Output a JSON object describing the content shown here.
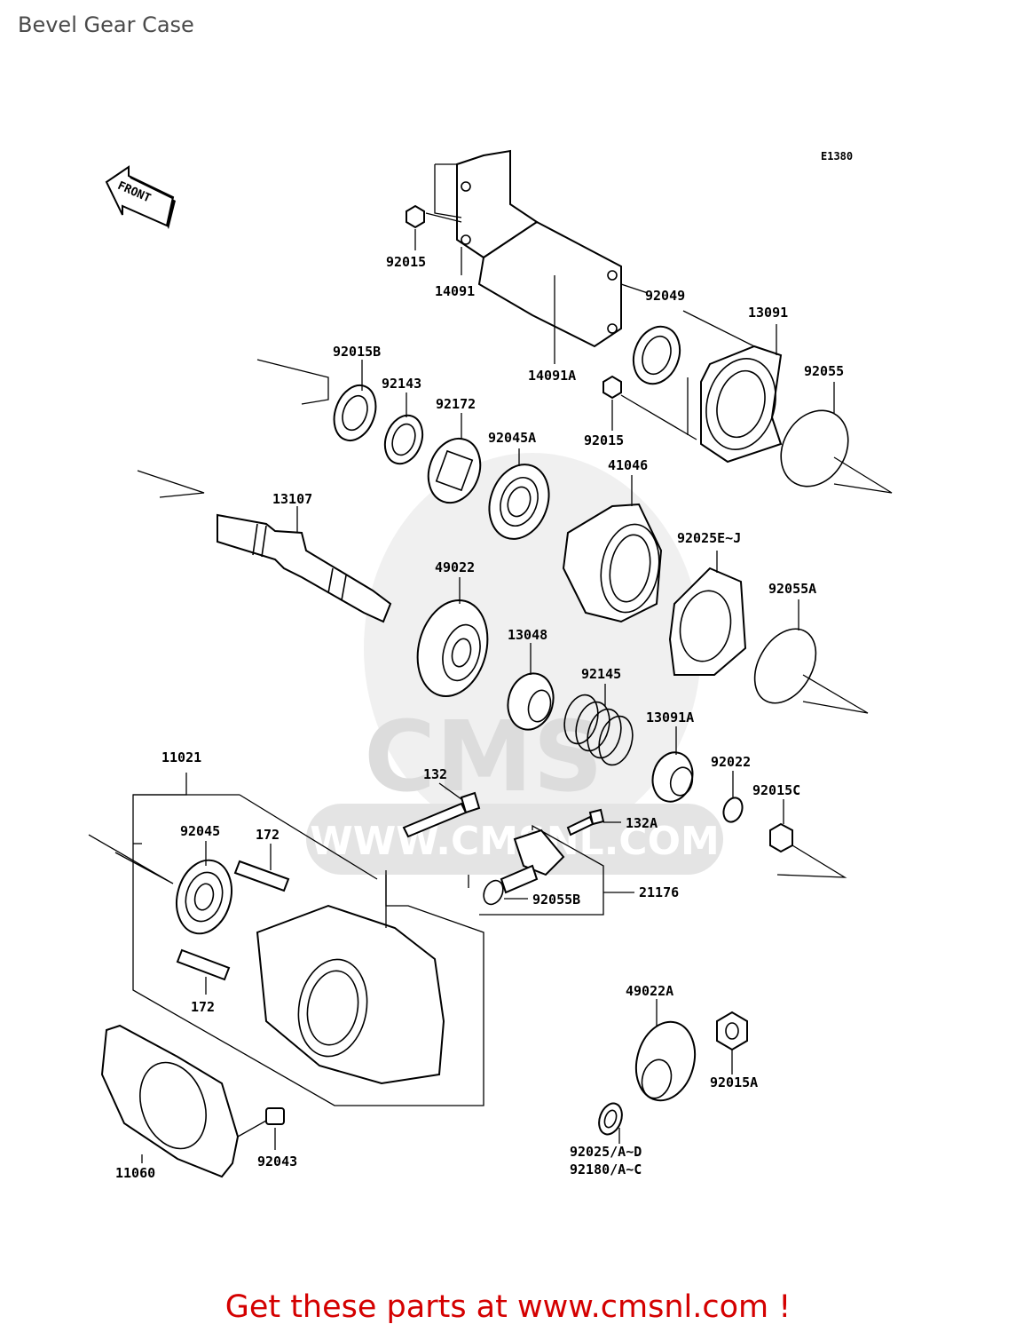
{
  "title": "Bevel Gear Case",
  "diagram_code": "E1380",
  "front_label": "FRONT",
  "watermark": {
    "brand": "CMS",
    "site": "WWW.CMSNL.COM"
  },
  "parts": {
    "p92015_top": "92015",
    "p14091": "14091",
    "p92049": "92049",
    "p13091": "13091",
    "p14091A": "14091A",
    "p92015B": "92015B",
    "p92143": "92143",
    "p92172": "92172",
    "p92045A": "92045A",
    "p92015_mid": "92015",
    "p92055": "92055",
    "p41046": "41046",
    "p13107": "13107",
    "p92025EJ": "92025E~J",
    "p49022": "49022",
    "p92055A": "92055A",
    "p13048": "13048",
    "p92145": "92145",
    "p13091A": "13091A",
    "p92022": "92022",
    "p11021": "11021",
    "p132": "132",
    "p92015C": "92015C",
    "p132A": "132A",
    "p92045": "92045",
    "p172_top": "172",
    "p21176": "21176",
    "p92055B": "92055B",
    "p172_bot": "172",
    "p49022A": "49022A",
    "p92015A": "92015A",
    "p92043": "92043",
    "p11060": "11060",
    "p92025AD": "92025/A~D",
    "p92180AC": "92180/A~C"
  },
  "banner": "Get these parts at www.cmsnl.com !"
}
